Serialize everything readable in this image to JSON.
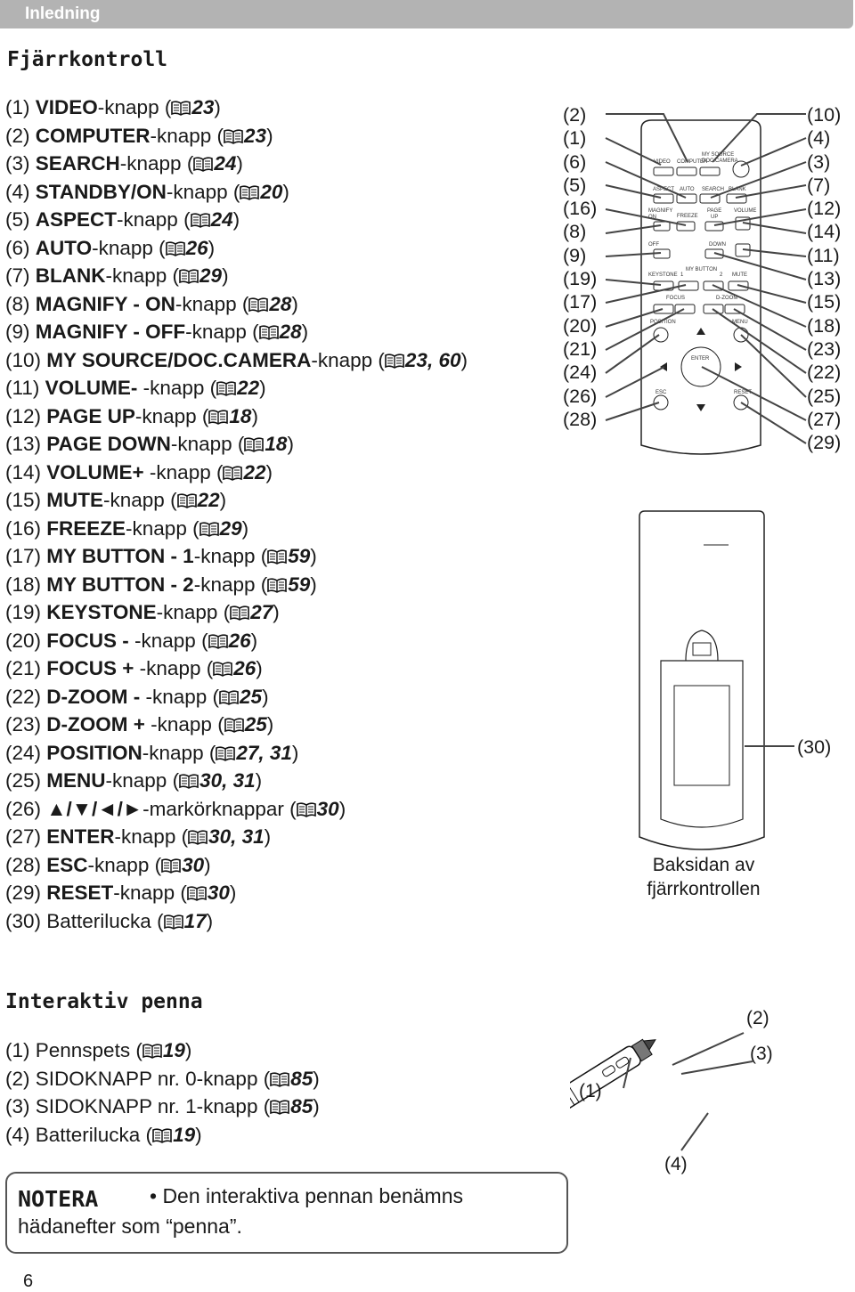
{
  "header": {
    "section": "Inledning"
  },
  "remote_section": {
    "title": "Fjärrkontroll",
    "items": [
      {
        "num": "(1) ",
        "name": "VIDEO",
        "suffix": "-knapp (",
        "ref": "23",
        "end": ")"
      },
      {
        "num": "(2) ",
        "name": "COMPUTER",
        "suffix": "-knapp (",
        "ref": "23",
        "end": ")"
      },
      {
        "num": "(3) ",
        "name": "SEARCH",
        "suffix": "-knapp (",
        "ref": "24",
        "end": ")"
      },
      {
        "num": "(4) ",
        "name": "STANDBY/ON",
        "suffix": "-knapp (",
        "ref": "20",
        "end": ")"
      },
      {
        "num": "(5) ",
        "name": "ASPECT",
        "suffix": "-knapp (",
        "ref": "24",
        "end": ")"
      },
      {
        "num": "(6) ",
        "name": "AUTO",
        "suffix": "-knapp (",
        "ref": "26",
        "end": ")"
      },
      {
        "num": "(7) ",
        "name": "BLANK",
        "suffix": "-knapp (",
        "ref": "29",
        "end": ")"
      },
      {
        "num": "(8) ",
        "name": "MAGNIFY - ON",
        "suffix": "-knapp (",
        "ref": "28",
        "end": ")"
      },
      {
        "num": "(9) ",
        "name": "MAGNIFY - OFF",
        "suffix": "-knapp (",
        "ref": "28",
        "end": ")"
      },
      {
        "num": "(10) ",
        "name": "MY SOURCE/DOC.CAMERA",
        "suffix": "-knapp (",
        "ref": "23, 60",
        "end": ")"
      },
      {
        "num": "(11) ",
        "name": "VOLUME-",
        "suffix": " -knapp (",
        "ref": "22",
        "end": ")"
      },
      {
        "num": "(12) ",
        "name": "PAGE UP",
        "suffix": "-knapp (",
        "ref": "18",
        "end": ")"
      },
      {
        "num": "(13) ",
        "name": "PAGE DOWN",
        "suffix": "-knapp (",
        "ref": "18",
        "end": ")"
      },
      {
        "num": "(14) ",
        "name": "VOLUME+",
        "suffix": " -knapp (",
        "ref": "22",
        "end": ")"
      },
      {
        "num": "(15) ",
        "name": "MUTE",
        "suffix": "-knapp (",
        "ref": "22",
        "end": ")"
      },
      {
        "num": "(16) ",
        "name": "FREEZE",
        "suffix": "-knapp (",
        "ref": "29",
        "end": ")"
      },
      {
        "num": "(17) ",
        "name": "MY BUTTON - 1",
        "suffix": "-knapp (",
        "ref": "59",
        "end": ")"
      },
      {
        "num": "(18) ",
        "name": "MY BUTTON - 2",
        "suffix": "-knapp (",
        "ref": "59",
        "end": ")"
      },
      {
        "num": "(19) ",
        "name": "KEYSTONE",
        "suffix": "-knapp (",
        "ref": "27",
        "end": ")"
      },
      {
        "num": "(20) ",
        "name": "FOCUS -",
        "suffix": " -knapp (",
        "ref": "26",
        "end": ")"
      },
      {
        "num": "(21) ",
        "name": "FOCUS +",
        "suffix": " -knapp (",
        "ref": "26",
        "end": ")"
      },
      {
        "num": "(22) ",
        "name": "D-ZOOM -",
        "suffix": " -knapp (",
        "ref": "25",
        "end": ")"
      },
      {
        "num": "(23) ",
        "name": "D-ZOOM +",
        "suffix": " -knapp (",
        "ref": "25",
        "end": ")"
      },
      {
        "num": "(24) ",
        "name": "POSITION",
        "suffix": "-knapp (",
        "ref": "27, 31",
        "end": ")"
      },
      {
        "num": "(25) ",
        "name": "MENU",
        "suffix": "-knapp (",
        "ref": "30, 31",
        "end": ")"
      },
      {
        "num": "(26) ",
        "name": "▲/▼/◄/►",
        "suffix": "-markörknappar (",
        "ref": "30",
        "end": ")"
      },
      {
        "num": "(27) ",
        "name": "ENTER",
        "suffix": "-knapp (",
        "ref": "30, 31",
        "end": ")"
      },
      {
        "num": "(28) ",
        "name": "ESC",
        "suffix": "-knapp (",
        "ref": "30",
        "end": ")"
      },
      {
        "num": "(29) ",
        "name": "RESET",
        "suffix": "-knapp (",
        "ref": "30",
        "end": ")"
      },
      {
        "num": "(30) ",
        "name": "",
        "suffix": "Batterilucka (",
        "ref": "17",
        "end": ")"
      }
    ],
    "left_callouts": [
      "(2)",
      "(1)",
      "(6)",
      "(5)",
      "(16)",
      "(8)",
      "(9)",
      "(19)",
      "(17)",
      "(20)",
      "(21)",
      "(24)",
      "(26)",
      "(28)"
    ],
    "right_callouts": [
      "(10)",
      "(4)",
      "(3)",
      "(7)",
      "(12)",
      "(14)",
      "(11)",
      "(13)",
      "(15)",
      "(18)",
      "(23)",
      "(22)",
      "(25)",
      "(27)",
      "(29)"
    ],
    "back_callout": "(30)",
    "back_caption_1": "Baksidan av",
    "back_caption_2": "fjärrkontrollen",
    "remote_labels": {
      "video": "VIDEO",
      "computer": "COMPUTER",
      "mysource": "MY SOURCE",
      "doccamera": "DOC.CAMERA",
      "aspect": "ASPECT",
      "auto": "AUTO",
      "search": "SEARCH",
      "blank": "BLANK",
      "magnify": "MAGNIFY",
      "on": "ON",
      "freeze": "FREEZE",
      "page": "PAGE",
      "up": "UP",
      "volume": "VOLUME",
      "off": "OFF",
      "down": "DOWN",
      "mybutton": "MY BUTTON",
      "keystone": "KEYSTONE",
      "mute": "MUTE",
      "one": "1",
      "two": "2",
      "focus": "FOCUS",
      "dzoom": "D-ZOOM",
      "position": "POSITION",
      "menu": "MENU",
      "enter": "ENTER",
      "esc": "ESC",
      "reset": "RESET",
      "plus": "+",
      "minus": "−"
    }
  },
  "pen_section": {
    "title": "Interaktiv penna",
    "items": [
      {
        "num": "(1) ",
        "name": "Pennspets (",
        "ref": "19",
        "end": ")"
      },
      {
        "num": "(2) ",
        "name": "SIDOKNAPP nr. 0-knapp (",
        "ref": "85",
        "end": ")"
      },
      {
        "num": "(3) ",
        "name": "SIDOKNAPP nr. 1-knapp (",
        "ref": "85",
        "end": ")"
      },
      {
        "num": "(4) ",
        "name": "Batterilucka (",
        "ref": "19",
        "end": ")"
      }
    ],
    "callouts": {
      "c1": "(1)",
      "c2": "(2)",
      "c3": "(3)",
      "c4": "(4)"
    }
  },
  "note": {
    "title": "NOTERA",
    "text_line1": "• Den interaktiva pennan benämns",
    "text_line2": "hädanefter som “penna”."
  },
  "page_number": "6",
  "colors": {
    "header_bar": "#b3b3b3",
    "text": "#1a1a1a",
    "line": "#555555"
  },
  "icons": {
    "reference": "book-icon"
  }
}
